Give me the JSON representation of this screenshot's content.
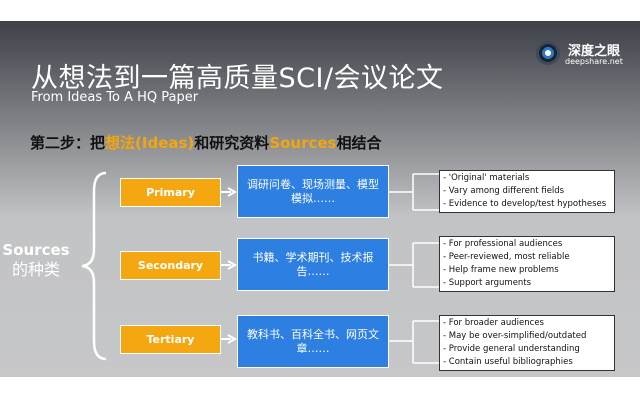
{
  "slide": {
    "title_cn": "从想法到一篇高质量SCI/会议论文",
    "title_en": "From Ideas To A HQ Paper",
    "logo": {
      "name": "深度之眼",
      "url": "deepshare.net",
      "icon": "eye-logo-icon"
    },
    "step": {
      "prefix": "第二步：",
      "part1": "把",
      "highlight1": "想法(Ideas)",
      "part2": "和研究资料",
      "highlight2": "Sources",
      "part3": "相结合"
    },
    "side_label": {
      "line1": "Sources",
      "line2": "的种类"
    },
    "rows": [
      {
        "type": "Primary",
        "examples": "调研问卷、现场测量、模型模拟……",
        "details": [
          "- 'Original' materials",
          "- Vary among different fields",
          "- Evidence to develop/test hypotheses"
        ]
      },
      {
        "type": "Secondary",
        "examples": "书籍、学术期刊、技术报告……",
        "details": [
          "- For professional audiences",
          "- Peer-reviewed, most reliable",
          "- Help frame new problems",
          "- Support arguments"
        ]
      },
      {
        "type": "Tertiary",
        "examples": "教科书、百科全书、网页文章……",
        "details": [
          "- For broader audiences",
          "- May be over-simplified/outdated",
          "- Provide general understanding",
          "- Contain useful bibliographies"
        ]
      }
    ],
    "colors": {
      "accent": "#f2a60d",
      "type_box": "#f5a712",
      "example_box": "#2e7fe2"
    }
  }
}
